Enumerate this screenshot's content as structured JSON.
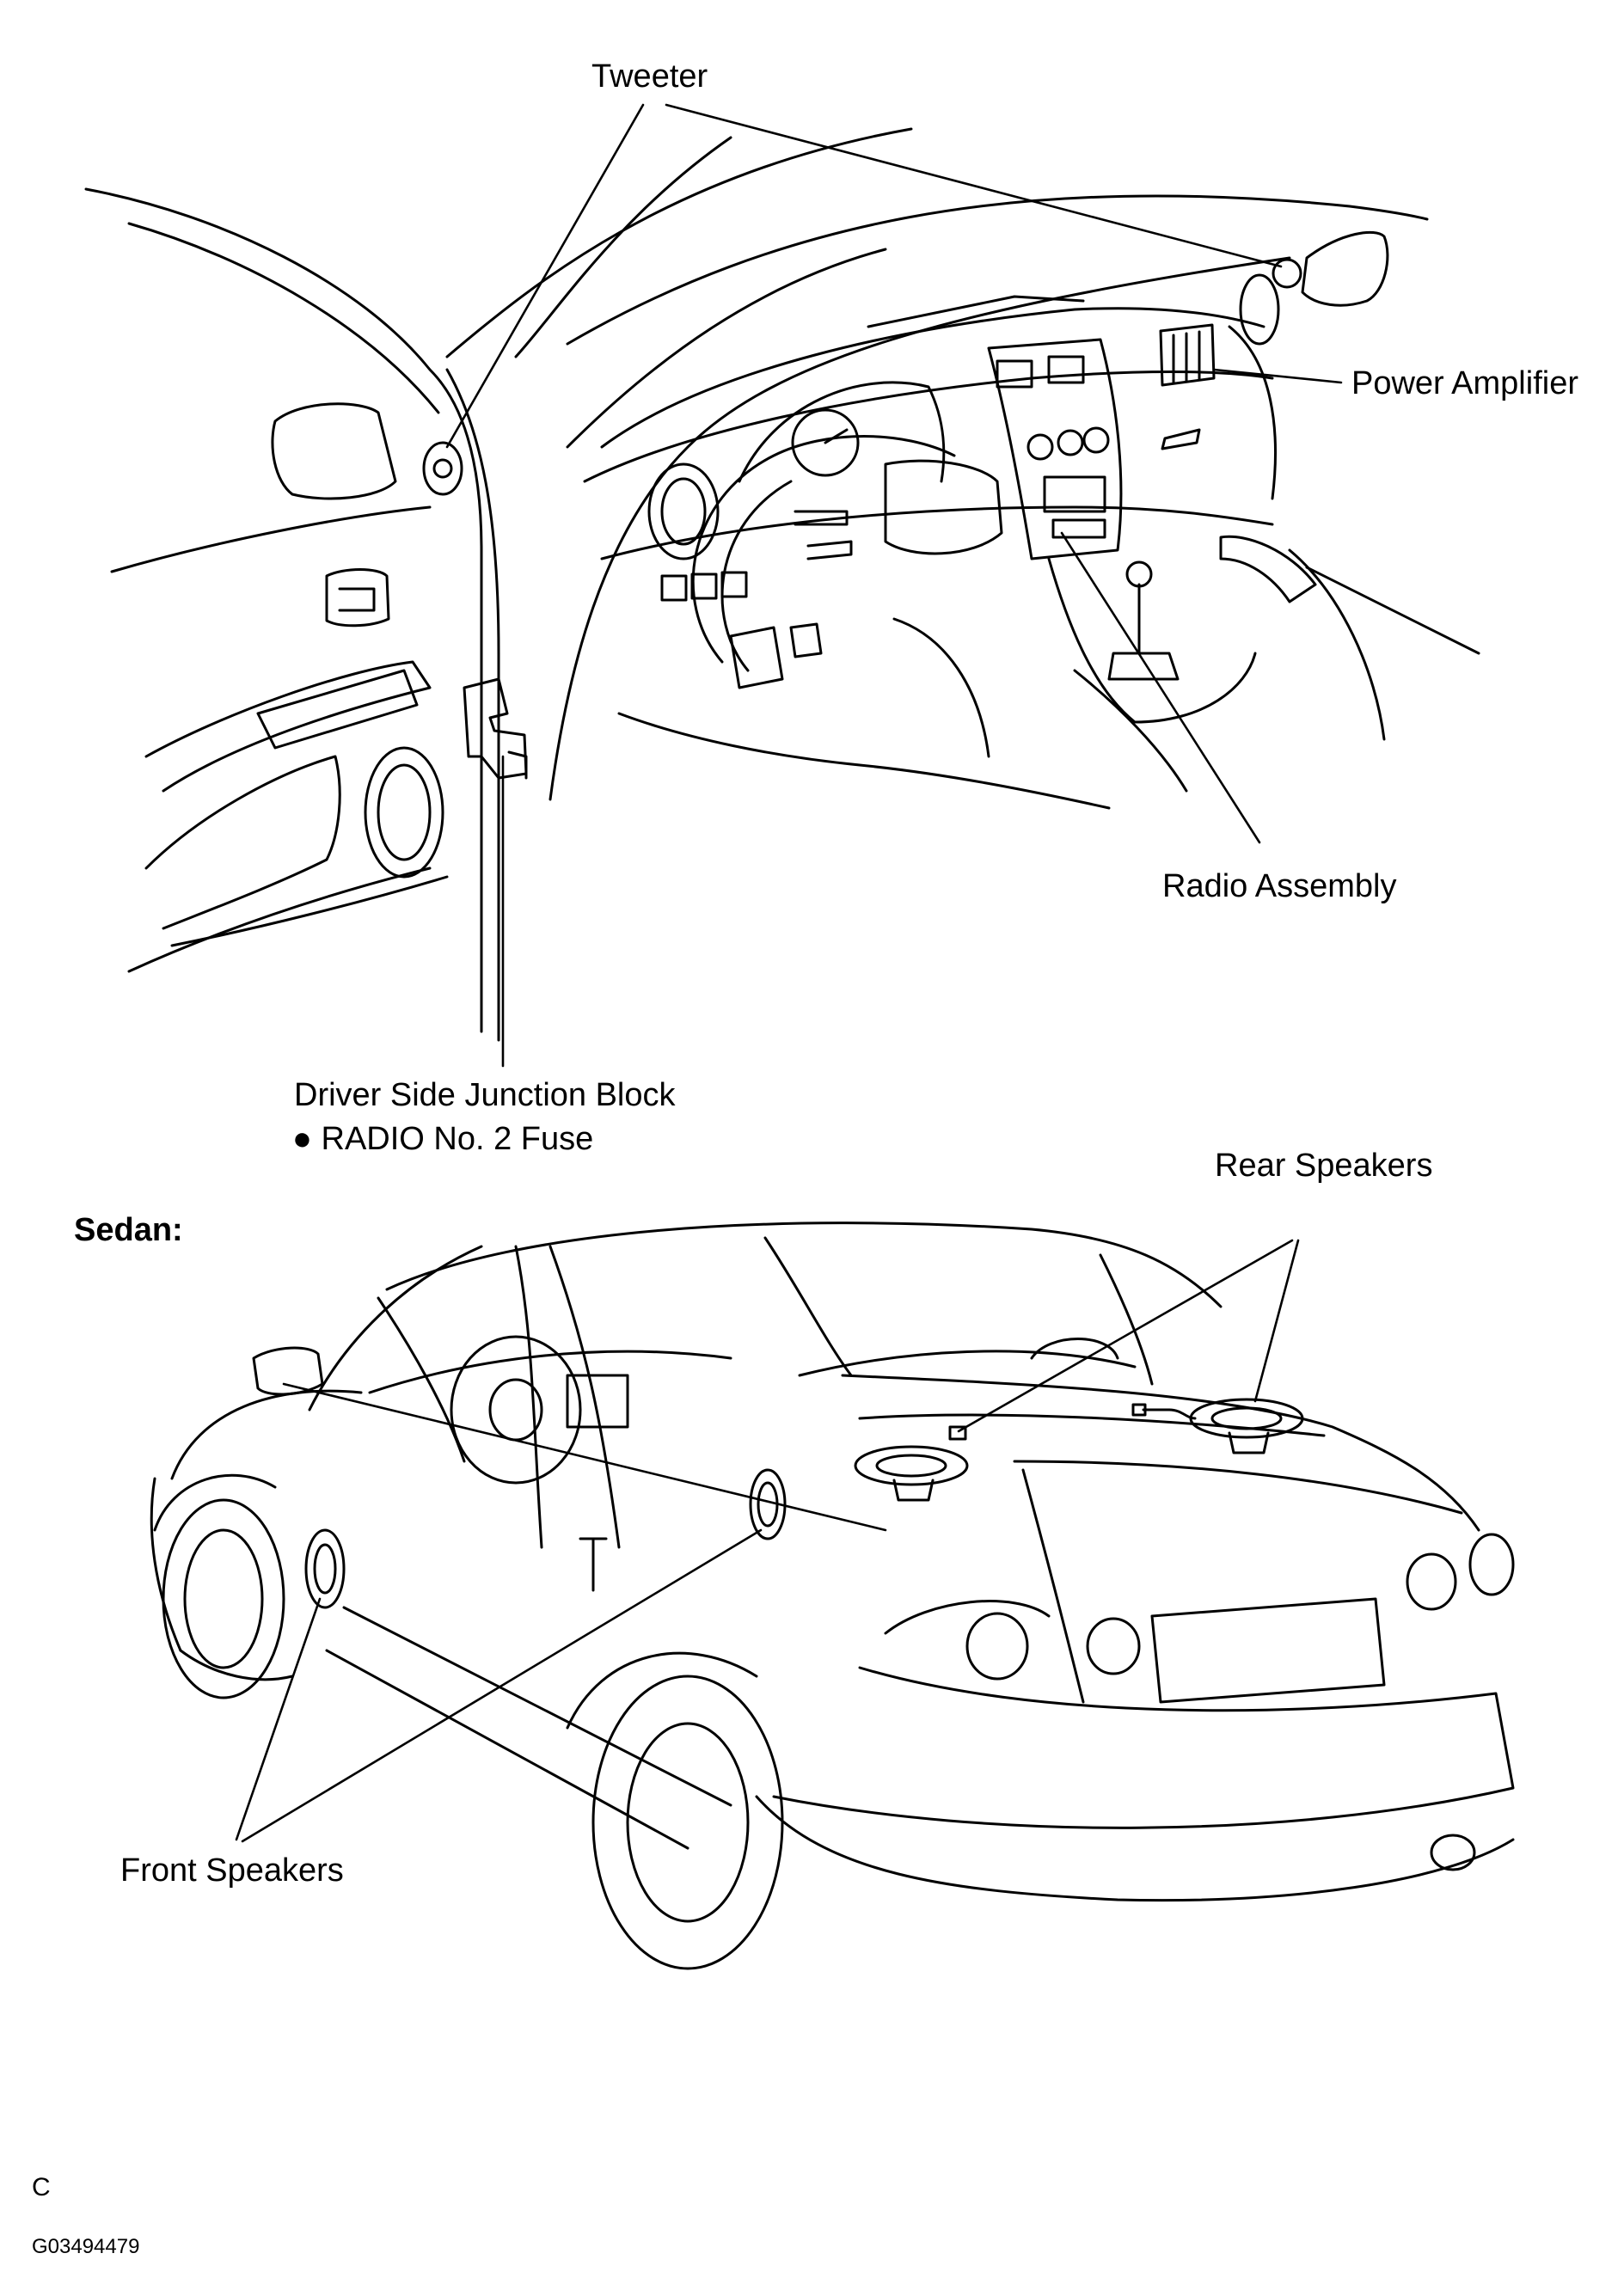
{
  "labels": {
    "tweeter": "Tweeter",
    "power_amplifier": "Power Amplifier",
    "radio_assembly": "Radio Assembly",
    "junction_block": "Driver Side Junction Block",
    "radio_fuse": "● RADIO No. 2 Fuse",
    "rear_speakers": "Rear Speakers",
    "sedan": "Sedan:",
    "front_speakers": "Front Speakers"
  },
  "footer": {
    "letter": "C",
    "figure_code": "G03494479"
  }
}
